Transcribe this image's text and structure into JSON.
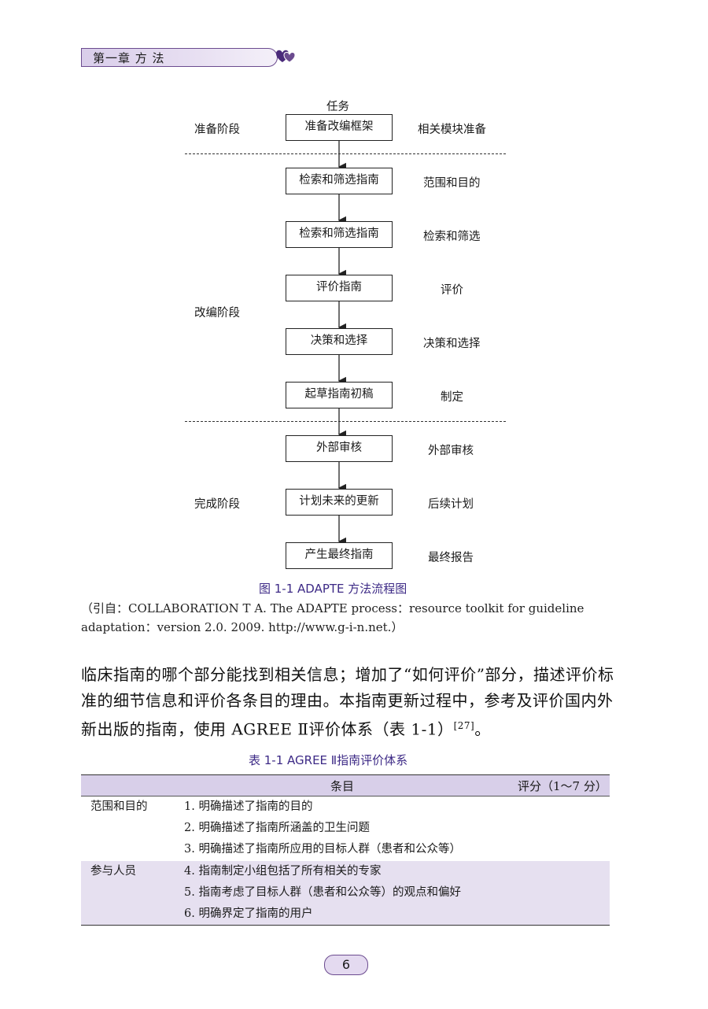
{
  "header": {
    "chapter": "第一章  方    法"
  },
  "flowchart": {
    "task_heading": "任务",
    "boxes": [
      "准备改编框架",
      "检索和筛选指南",
      "检索和筛选指南",
      "评价指南",
      "决策和选择",
      "起草指南初稿",
      "外部审核",
      "计划未来的更新",
      "产生最终指南"
    ],
    "modules": [
      "相关模块准备",
      "范围和目的",
      "检索和筛选",
      "评价",
      "决策和选择",
      "制定",
      "外部审核",
      "后续计划",
      "最终报告"
    ],
    "phases": [
      "准备阶段",
      "改编阶段",
      "完成阶段"
    ]
  },
  "figure": {
    "caption": "图 1-1    ADAPTE 方法流程图",
    "citation_line1": "（引自：COLLABORATION T A. The ADAPTE process：resource toolkit for guideline",
    "citation_line2": "adaptation：version 2.0. 2009. http://www.g-i-n.net.）"
  },
  "body": {
    "line1": "临床指南的哪个部分能找到相关信息；增加了“如何评价”部分，描述评价标",
    "line2": "准的细节信息和评价各条目的理由。本指南更新过程中，参考及评价国内外",
    "line3": "新出版的指南，使用 AGREE Ⅱ评价体系（表 1-1）",
    "ref": "[27]",
    "line3_end": "。"
  },
  "table": {
    "caption": "表 1-1    AGREE Ⅱ指南评价体系",
    "col_item": "条目",
    "col_score": "评分（1～7 分）",
    "rows": [
      {
        "group": "范围和目的",
        "item": "1. 明确描述了指南的目的"
      },
      {
        "group": "",
        "item": "2. 明确描述了指南所涵盖的卫生问题"
      },
      {
        "group": "",
        "item": "3. 明确描述了指南所应用的目标人群（患者和公众等）"
      },
      {
        "group": "参与人员",
        "item": "4. 指南制定小组包括了所有相关的专家"
      },
      {
        "group": "",
        "item": "5. 指南考虑了目标人群（患者和公众等）的观点和偏好"
      },
      {
        "group": "",
        "item": "6. 明确界定了指南的用户"
      }
    ]
  },
  "page_number": "6",
  "colors": {
    "accent_purple": "#6b4b8f",
    "header_fill": "#d9cdea",
    "caption_blue": "#3d2a86",
    "table_shade": "#e6e0f0"
  }
}
